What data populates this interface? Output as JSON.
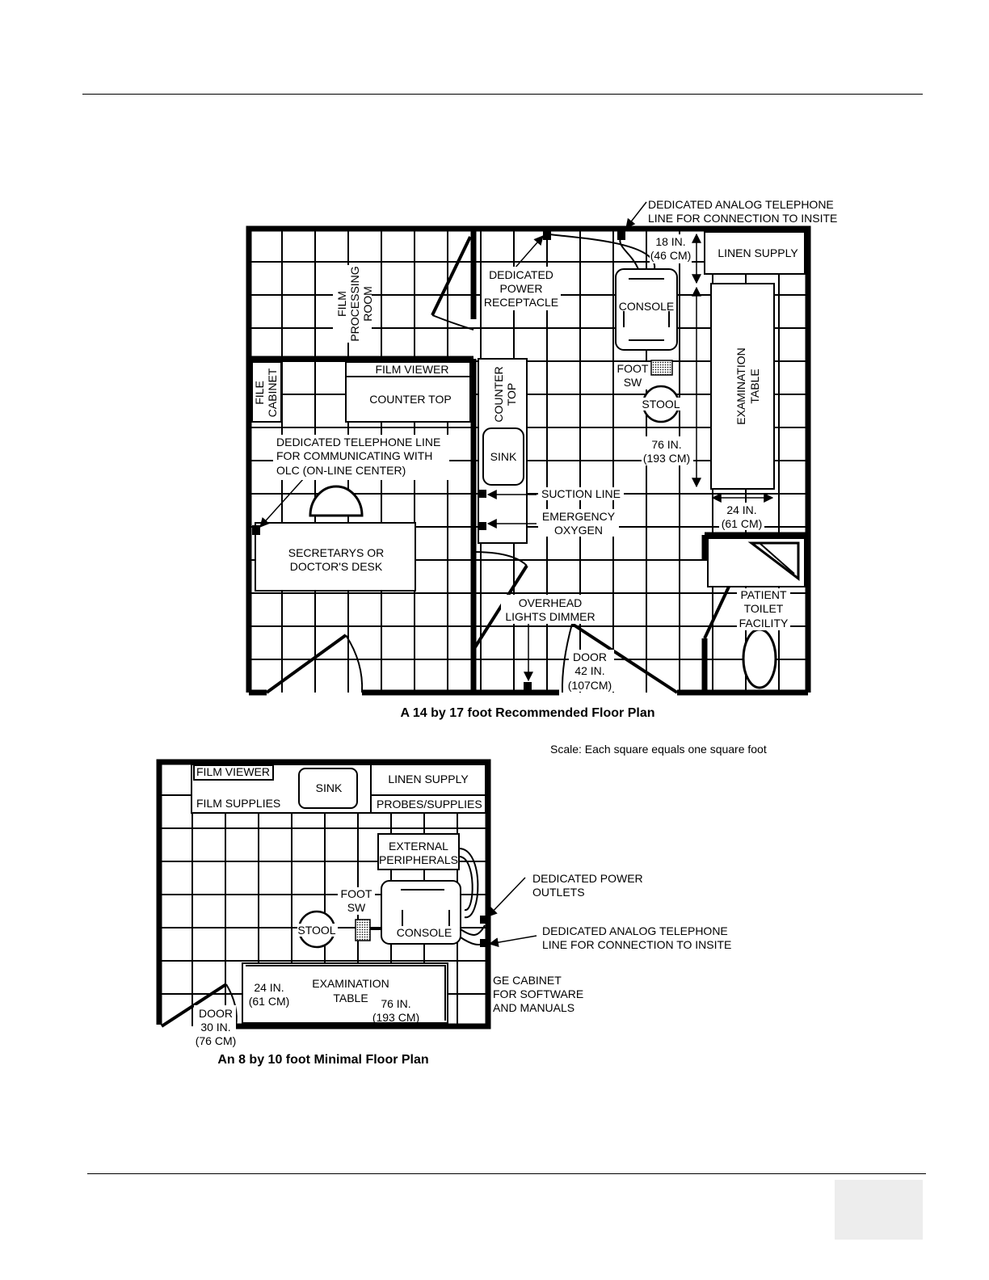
{
  "plan1": {
    "caption": "A 14 by 17 foot Recommended Floor Plan",
    "labels": {
      "analog_phone": [
        "DEDICATED ANALOG TELEPHONE",
        "LINE FOR CONNECTION TO INSITE"
      ],
      "dim_18": [
        "18 IN.",
        "(46 CM)"
      ],
      "linen_supply": "LINEN SUPPLY",
      "film_processing": [
        "FILM",
        "PROCESSING",
        "ROOM"
      ],
      "power_receptacle": [
        "DEDICATED",
        "POWER",
        "RECEPTACLE"
      ],
      "console": "CONSOLE",
      "exam_table": [
        "EXAMINATION",
        "TABLE"
      ],
      "file_cabinet": [
        "FILE",
        "CABINET"
      ],
      "film_viewer": "FILM VIEWER",
      "counter_top": "COUNTER TOP",
      "counter_top_vertical": [
        "COUNTER",
        "TOP"
      ],
      "foot_sw": [
        "FOOT",
        "SW"
      ],
      "stool": "STOOL",
      "dedicated_phone": [
        "DEDICATED TELEPHONE LINE",
        "FOR COMMUNICATING WITH",
        "OLC (ON-LINE CENTER)"
      ],
      "sink": "SINK",
      "dim_76": [
        "76 IN.",
        "(193 CM)"
      ],
      "suction_line": "SUCTION LINE",
      "emergency_oxygen": [
        "EMERGENCY",
        "OXYGEN"
      ],
      "dim_24": [
        "24 IN.",
        "(61 CM)"
      ],
      "desk": [
        "SECRETARYS OR",
        "DOCTOR'S DESK"
      ],
      "overhead_lights": [
        "OVERHEAD",
        "LIGHTS DIMMER"
      ],
      "patient_toilet": [
        "PATIENT",
        "TOILET",
        "FACILITY"
      ],
      "door": [
        "DOOR",
        "42 IN.",
        "(107CM)"
      ]
    }
  },
  "scale_note": "Scale: Each square equals one square foot",
  "plan2": {
    "caption": "An 8 by 10 foot Minimal Floor Plan",
    "labels": {
      "film_viewer": "FILM VIEWER",
      "sink": "SINK",
      "linen_supply": "LINEN SUPPLY",
      "film_supplies": "FILM SUPPLIES",
      "probes_supplies": "PROBES/SUPPLIES",
      "external_peripherals": [
        "EXTERNAL",
        "PERIPHERALS"
      ],
      "power_outlets": [
        "DEDICATED POWER",
        "OUTLETS"
      ],
      "foot_sw": [
        "FOOT",
        "SW"
      ],
      "stool": "STOOL",
      "console": "CONSOLE",
      "analog_phone": [
        "DEDICATED ANALOG TELEPHONE",
        "LINE FOR CONNECTION TO INSITE"
      ],
      "ge_cabinet": [
        "GE CABINET",
        "FOR SOFTWARE",
        "AND MANUALS"
      ],
      "exam_table": [
        "EXAMINATION",
        "TABLE"
      ],
      "dim_24": [
        "24 IN.",
        "(61 CM)"
      ],
      "dim_76": [
        "76 IN.",
        "(193 CM)"
      ],
      "door": [
        "DOOR",
        "30 IN.",
        "(76 CM)"
      ]
    }
  }
}
